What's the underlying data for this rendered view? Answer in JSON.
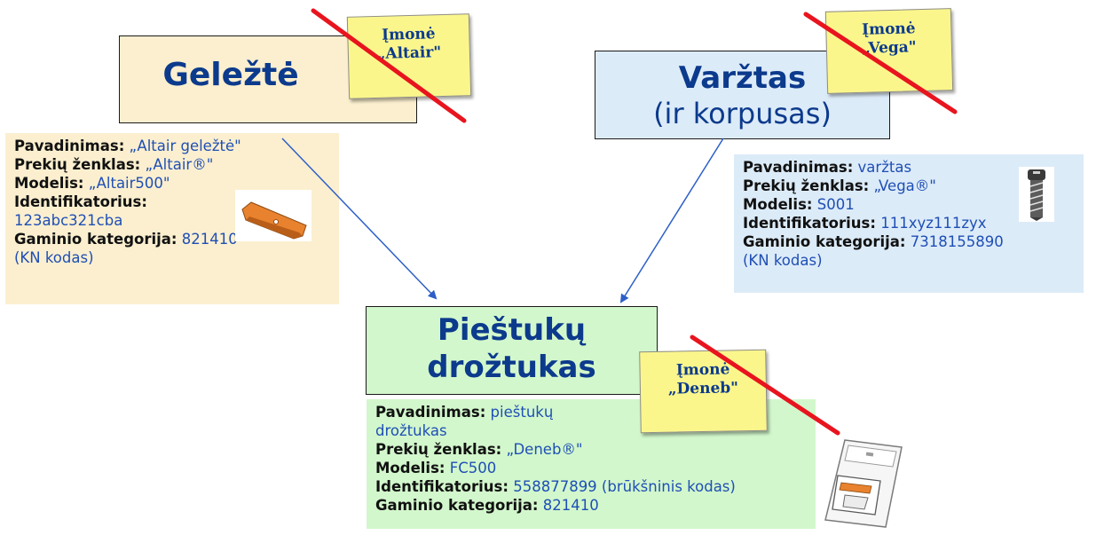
{
  "diagram": {
    "colors": {
      "geleztė_bg": "#fbefcf",
      "vega_bg": "#dcebf8",
      "deneb_bg": "#d2f7cc",
      "title_text": "#0c3a8c",
      "value_text": "#1f4fb5",
      "sticky_note": "#fbf68c",
      "strike_line": "#e8141e",
      "arrow": "#2c5fc7"
    },
    "blocks": {
      "geleztė": {
        "title": "Geležtė",
        "note_line1": "Įmonė",
        "note_line2": "„Altair\"",
        "info": {
          "name_label": "Pavadinimas:",
          "name_value": "„Altair geležtė\"",
          "brand_label": "Prekių ženklas:",
          "brand_value": "„Altair®\"",
          "model_label": "Modelis:",
          "model_value": "„Altair500\"",
          "id_label": "Identifikatorius:",
          "id_value": "123abc321cba",
          "category_label": "Gaminio kategorija:",
          "category_value": "821410",
          "category_extra": "(KN kodas)"
        },
        "image_icon": "blade-icon"
      },
      "vega": {
        "title_line1": "Varžtas",
        "title_line2": "(ir korpusas)",
        "note_line1": "Įmonė",
        "note_line2": "„Vega\"",
        "info": {
          "name_label": "Pavadinimas:",
          "name_value": "varžtas",
          "brand_label": "Prekių ženklas:",
          "brand_value": "„Vega®\"",
          "model_label": "Modelis:",
          "model_value": "S001",
          "id_label": "Identifikatorius:",
          "id_value": "111xyz111zyx",
          "category_label": "Gaminio kategorija:",
          "category_value": "7318155890",
          "category_extra": "(KN kodas)"
        },
        "image_icon": "screw-icon"
      },
      "deneb": {
        "title_line1": "Pieštukų",
        "title_line2": "drožtukas",
        "note_line1": "Įmonė",
        "note_line2": "„Deneb\"",
        "info": {
          "name_label": "Pavadinimas:",
          "name_value_line1": "pieštukų",
          "name_value_line2": "drožtukas",
          "brand_label": "Prekių ženklas:",
          "brand_value": "„Deneb®\"",
          "model_label": "Modelis:",
          "model_value": "FC500",
          "id_label": "Identifikatorius:",
          "id_value": "558877899 (brūkšninis kodas)",
          "category_label": "Gaminio kategorija:",
          "category_value": "821410"
        },
        "image_icon": "packaged-sharpener-icon"
      }
    },
    "connectors": [
      {
        "from": "geleztė",
        "to": "deneb"
      },
      {
        "from": "vega",
        "to": "deneb"
      }
    ]
  }
}
